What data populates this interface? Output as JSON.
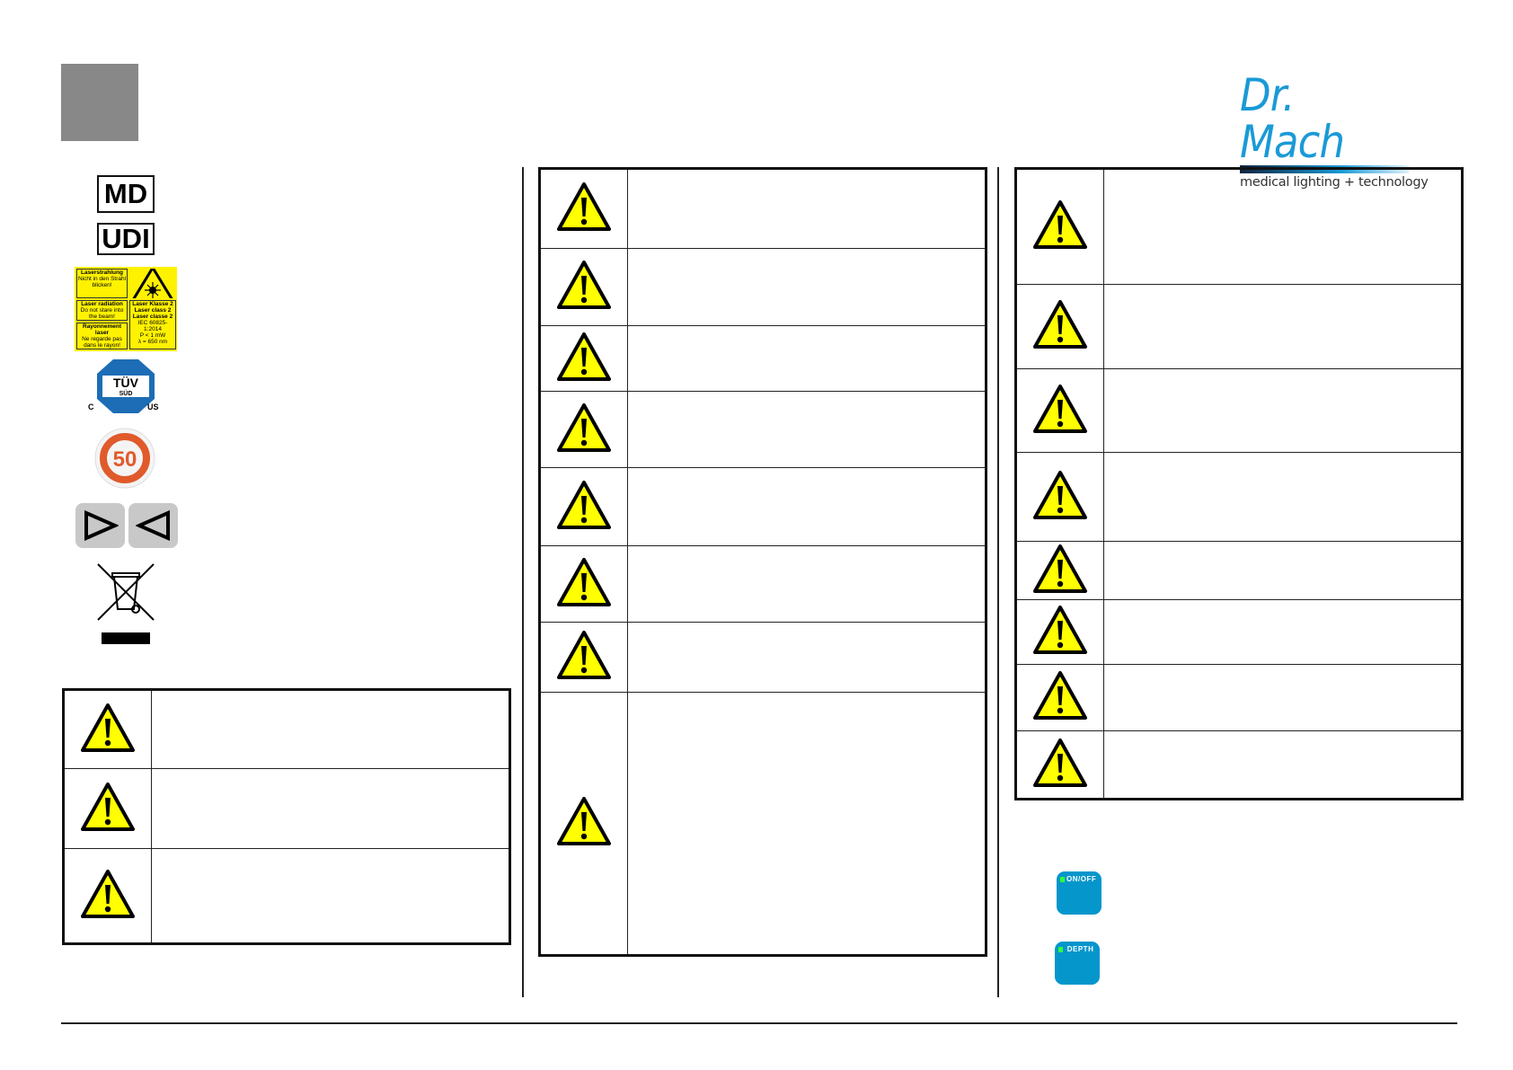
{
  "header": {
    "logo": {
      "title": "Dr. Mach",
      "subtitle": "medical lighting + technology",
      "color": "#1a9ad6"
    }
  },
  "symbols": {
    "md": "MD",
    "udi": "UDI",
    "laser_label": {
      "de": [
        "Laserstrahlung",
        "Nicht in den Strahl blicken!"
      ],
      "en": [
        "Laser radiation",
        "Do not stare into the beam!"
      ],
      "fr": [
        "Rayonnement laser",
        "Ne regarde pas dans le rayon!"
      ],
      "class": [
        "Laser Klasse 2",
        "Laser class 2",
        "Laser classe 2",
        "IEC 60825-1:2014",
        "P < 1 mW",
        "λ = 650 nm"
      ]
    },
    "tuv": {
      "name": "TÜV",
      "sub": "SÜD",
      "left": "C",
      "right": "US"
    },
    "rohs": "50"
  },
  "tables": {
    "left": {
      "rows": 3,
      "icon": "warning-triangle-icon"
    },
    "middle": {
      "rows": 8,
      "icon": "warning-triangle-icon"
    },
    "right": {
      "rows": 8,
      "icon": "warning-triangle-icon"
    }
  },
  "controls": {
    "onoff_label": "ON/OFF",
    "depth_label": "DEPTH",
    "button_color": "#0596cc",
    "led_color": "#2dff3c"
  }
}
